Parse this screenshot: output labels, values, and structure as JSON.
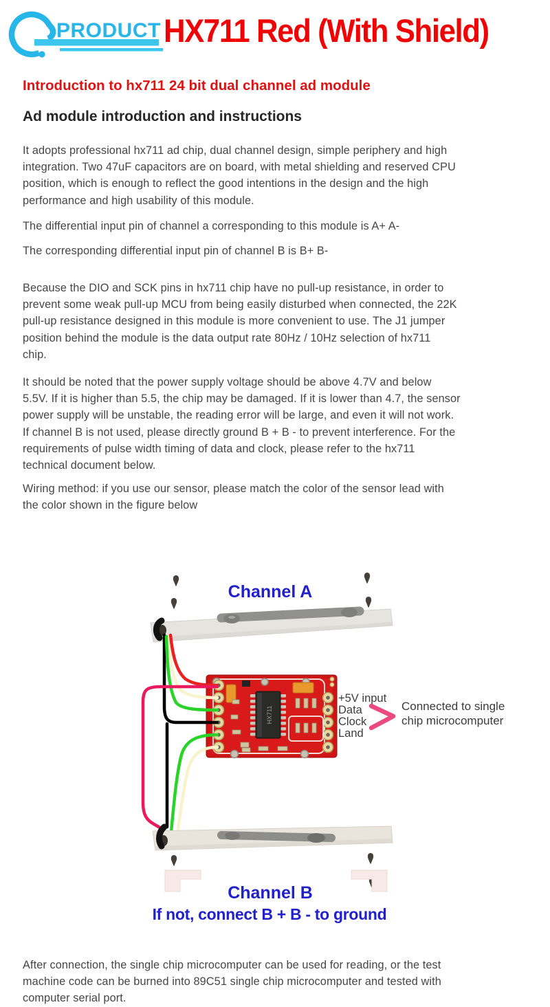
{
  "header": {
    "logo_text": "PRODUCT",
    "title": "HX711 Red (With Shield)"
  },
  "headings": {
    "red": "Introduction to hx711 24 bit dual channel ad module",
    "black": "Ad module introduction and instructions"
  },
  "paragraphs": {
    "p1": "It adopts professional hx711 ad chip, dual channel design, simple periphery and high\nintegration. Two 47uF capacitors are on board, with metal shielding and reserved CPU\nposition, which is enough to reflect the good intentions in the design and the high\nperformance and high usability of this module.",
    "p2": "The differential input pin of channel a corresponding to this module is A+ A-",
    "p3": "The corresponding differential input pin of channel B is B+ B-",
    "p4": "Because the DIO and SCK pins in hx711 chip have no pull-up resistance, in order to\nprevent some weak pull-up MCU from being easily disturbed when connected, the 22K\npull-up resistance designed in this module is more convenient to use. The J1 jumper\nposition behind the module is the data output rate 80Hz / 10Hz selection of hx711\nchip.",
    "p5": "It should be noted that the power supply voltage should be above 4.7V and below\n5.5V. If it is higher than 5.5, the chip may be damaged. If it is lower than 4.7, the sensor\npower supply will be unstable, the reading error will be large, and even it will not work.\nIf channel B is not used, please directly ground B + B - to prevent interference. For the\nrequirements of pulse width timing of data and clock, please refer to the hx711\ntechnical document below.",
    "p6": "Wiring method: if you use our sensor, please match the color of the sensor lead with\nthe color shown in the figure below",
    "p7": "After connection, the single chip microcomputer can be used for reading, or the test\nmachine code can be burned into 89C51 single chip microcomputer and tested with\ncomputer serial port."
  },
  "diagram": {
    "channel_a": "Channel A",
    "channel_b": "Channel B",
    "channel_b_note": "If not, connect B + B - to ground",
    "pin_labels": [
      "+5V input",
      "Data",
      "Clock",
      "Land"
    ],
    "arrow_note_line1": "Connected to single",
    "arrow_note_line2": "chip microcomputer",
    "chip_label": "HX711"
  },
  "colors": {
    "accent_cyan": "#29b6e8",
    "title_red": "#ee0404",
    "heading_red": "#e01212",
    "diagram_blue": "#2020cc",
    "pcb_red": "#ce1515",
    "wire_red": "#e82222",
    "wire_green": "#2ad32a",
    "wire_yellow": "#f7f3cd",
    "wire_black": "#000000",
    "wire_pink": "#ea1a5e",
    "arrow_pink": "#ea4a80"
  }
}
